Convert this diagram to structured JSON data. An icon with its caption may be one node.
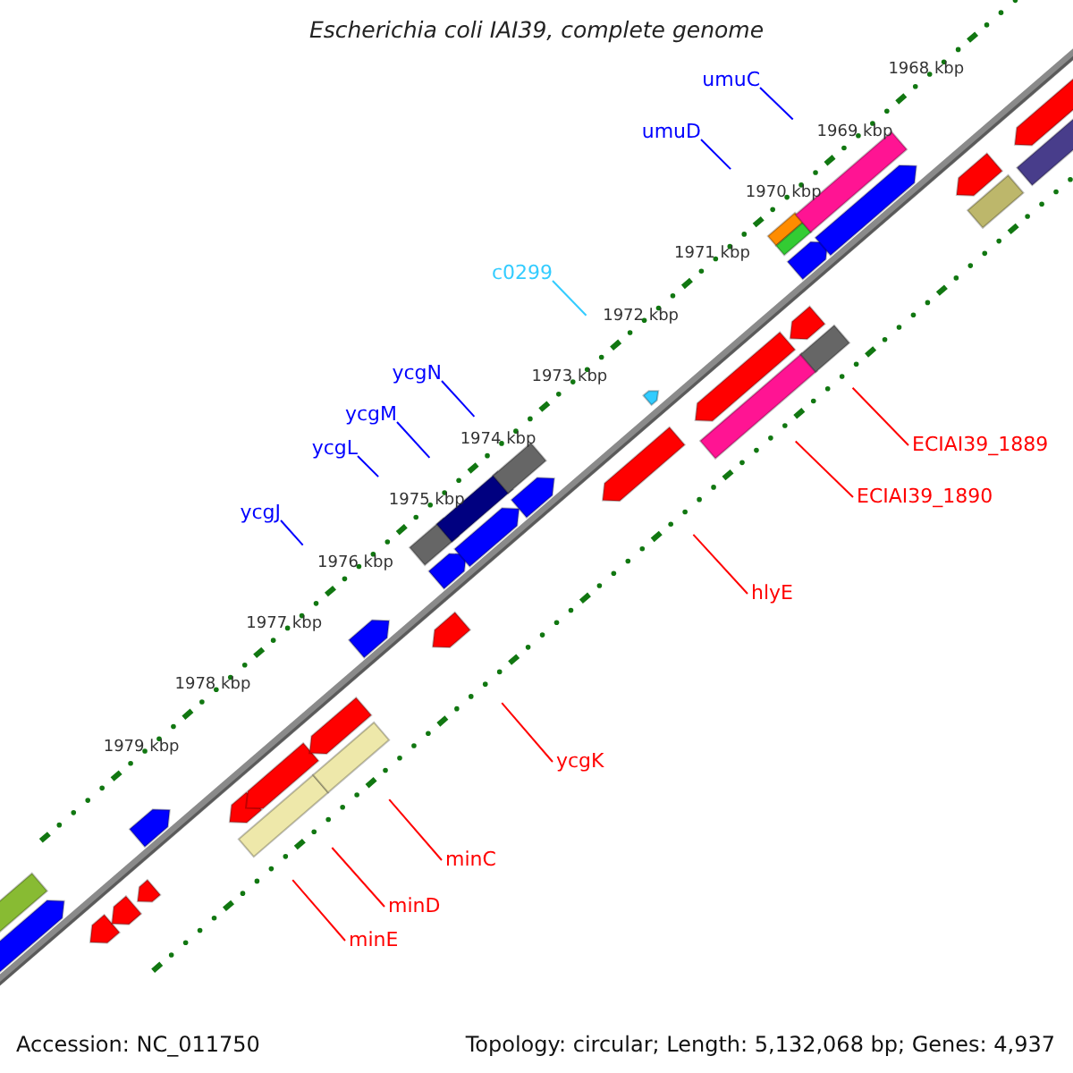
{
  "diagram": {
    "title": "Escherichia coli IAI39, complete genome",
    "nodes": [
      {
        "text": [
          "umuC"
        ]
      },
      {
        "text": [
          "umuD"
        ]
      },
      {
        "text": [
          "c0299"
        ]
      },
      {
        "text": [
          "ycgN"
        ]
      },
      {
        "text": [
          "ycgM"
        ]
      },
      {
        "text": [
          "ECIAI39_1889"
        ]
      },
      {
        "text": [
          "ycgL"
        ]
      },
      {
        "text": [
          "ECIAI39_1890"
        ]
      },
      {
        "text": [
          "ycgJ"
        ]
      },
      {
        "text": [
          "hlyE"
        ]
      },
      {
        "text": [
          "ycgK"
        ]
      },
      {
        "text": [
          "minC"
        ]
      },
      {
        "text": [
          "minD"
        ]
      },
      {
        "text": [
          "minE"
        ]
      }
    ],
    "edges": [
      {
        "from": 0,
        "to": null,
        "arrow": "none",
        "color": "#0000ff"
      },
      {
        "from": 1,
        "to": null,
        "arrow": "none",
        "color": "#0000ff"
      },
      {
        "from": 2,
        "to": null,
        "arrow": "none",
        "color": "#33ccff"
      },
      {
        "from": 3,
        "to": null,
        "arrow": "none",
        "color": "#0000ff"
      },
      {
        "from": 4,
        "to": null,
        "arrow": "none",
        "color": "#0000ff"
      },
      {
        "from": 5,
        "to": null,
        "arrow": "none"
      },
      {
        "from": 6,
        "to": null,
        "arrow": "none",
        "color": "#0000ff"
      },
      {
        "from": 7,
        "to": null,
        "arrow": "none"
      },
      {
        "from": 8,
        "to": null,
        "arrow": "none",
        "color": "#0000ff"
      },
      {
        "from": 9,
        "to": null,
        "arrow": "none"
      },
      {
        "from": 10,
        "to": null,
        "arrow": "none"
      },
      {
        "from": 11,
        "to": null,
        "arrow": "none"
      },
      {
        "from": 12,
        "to": null,
        "arrow": "none"
      },
      {
        "from": 13,
        "to": null,
        "arrow": "none"
      }
    ],
    "labels": [
      "1968 kbp",
      "1969 kbp",
      "1970 kbp",
      "1971 kbp",
      "1972 kbp",
      "1973 kbp",
      "1974 kbp",
      "1975 kbp",
      "1976 kbp",
      "1977 kbp",
      "1978 kbp",
      "1979 kbp",
      "Accession: NC_011750",
      "Topology: circular; Length: 5,132,068 bp; Genes: 4,937"
    ]
  }
}
